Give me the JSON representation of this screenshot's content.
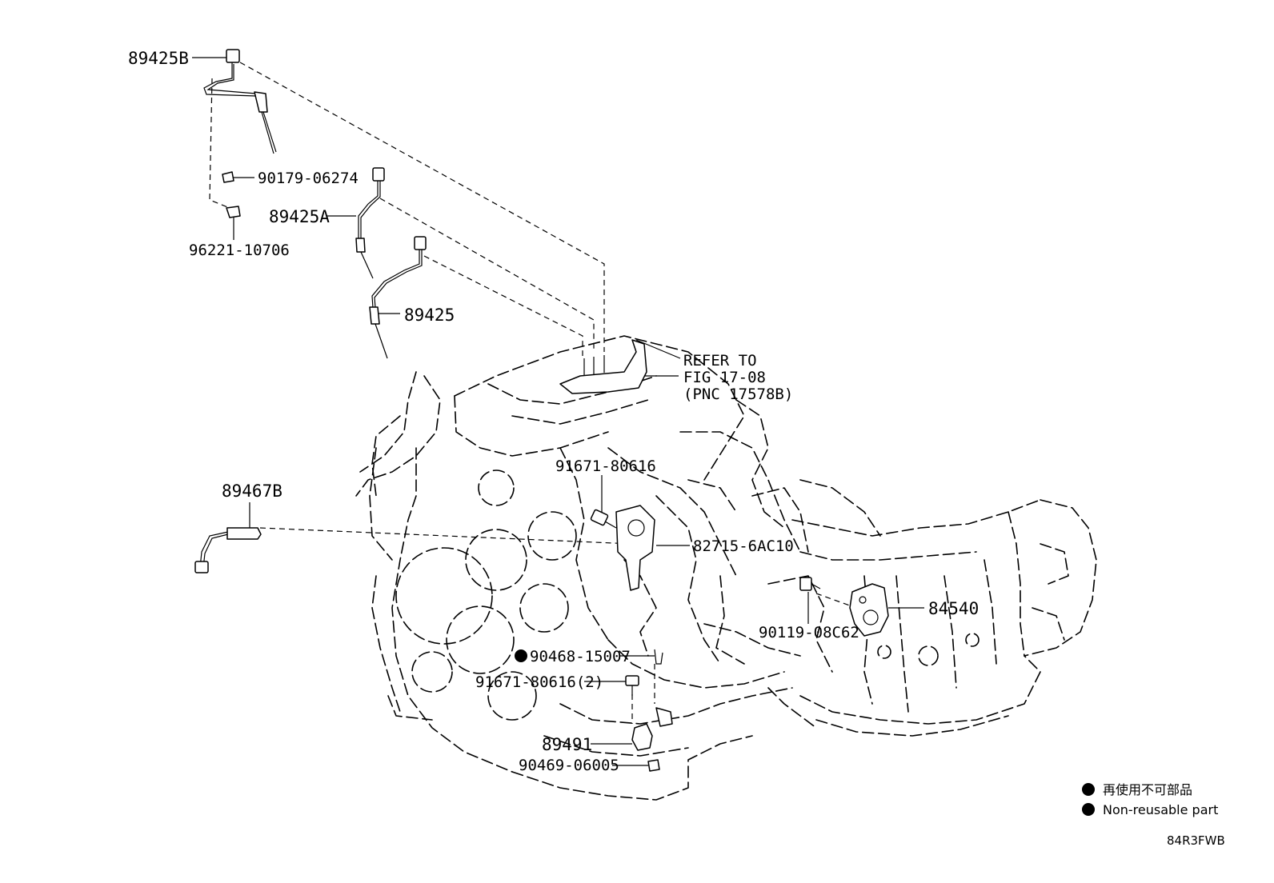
{
  "labels": {
    "p89425B": "89425B",
    "p90179": "90179-06274",
    "p96221": "96221-10706",
    "p89425A": "89425A",
    "p89425": "89425",
    "refer1": "REFER TO",
    "refer2": "FIG 17-08",
    "refer3": "(PNC 17578B)",
    "p91671a": "91671-80616",
    "p89467B": "89467B",
    "p82715": "82715-6AC10",
    "p84540": "84540",
    "p90119": "90119-08C62",
    "p90468": "90468-15007",
    "p91671b": "91671-80616(2)",
    "p89491": "89491",
    "p90469": "90469-06005"
  },
  "legend": {
    "jp": "再使用不可部品",
    "en": "Non-reusable part"
  },
  "figure_code": "84R3FWB"
}
